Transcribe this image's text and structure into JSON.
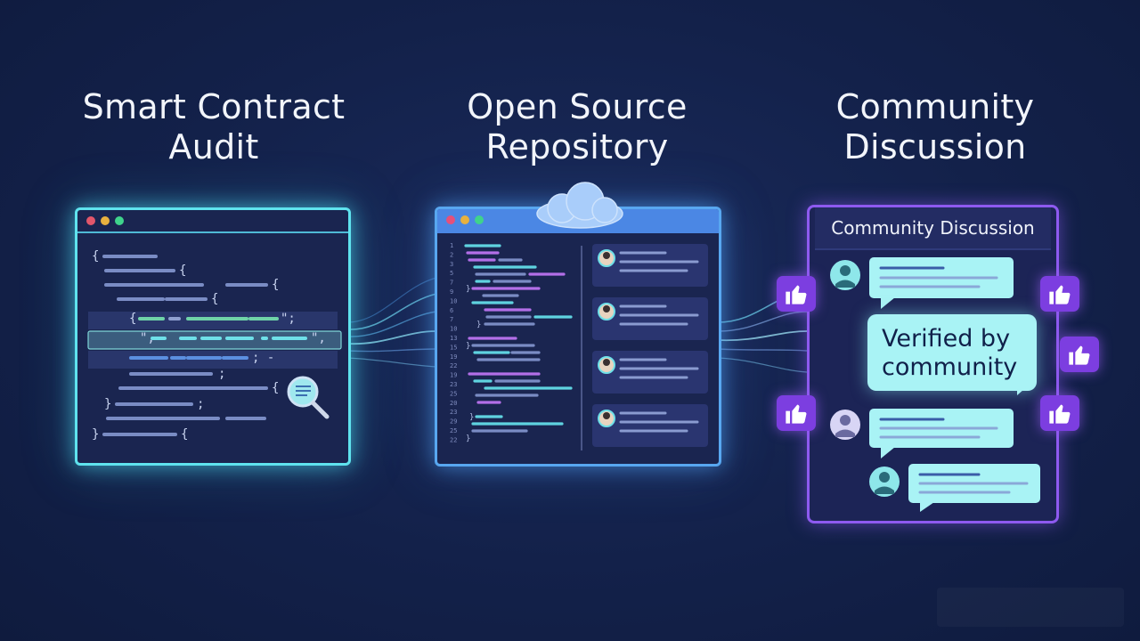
{
  "headings": {
    "audit": [
      "Smart Contract",
      "Audit"
    ],
    "repository": [
      "Open Source",
      "Repository"
    ],
    "community": [
      "Community",
      "Discussion"
    ]
  },
  "community_panel": {
    "header": "Community Discussion",
    "verified_label": [
      "Verified by",
      "community"
    ]
  },
  "icons": {
    "audit_panel": "magnifier-icon",
    "repo_panel": "cloud-icon",
    "community_panel": "thumbs-up-icon",
    "avatar": "user-avatar-icon"
  },
  "colors": {
    "background": "#13214a",
    "audit_border": "#5fe3ee",
    "repo_border": "#58a7f0",
    "community_border": "#8e5af0",
    "verified_bubble": "#a9f3f5",
    "thumb_badge": "#7c3ee0"
  },
  "repo_line_numbers": [
    "1",
    "2",
    "3",
    "5",
    "7",
    "9",
    "10",
    "6",
    "7",
    "10",
    "13",
    "15",
    "19",
    "22",
    "19",
    "23",
    "25",
    "20",
    "23",
    "29",
    "25",
    "22"
  ]
}
